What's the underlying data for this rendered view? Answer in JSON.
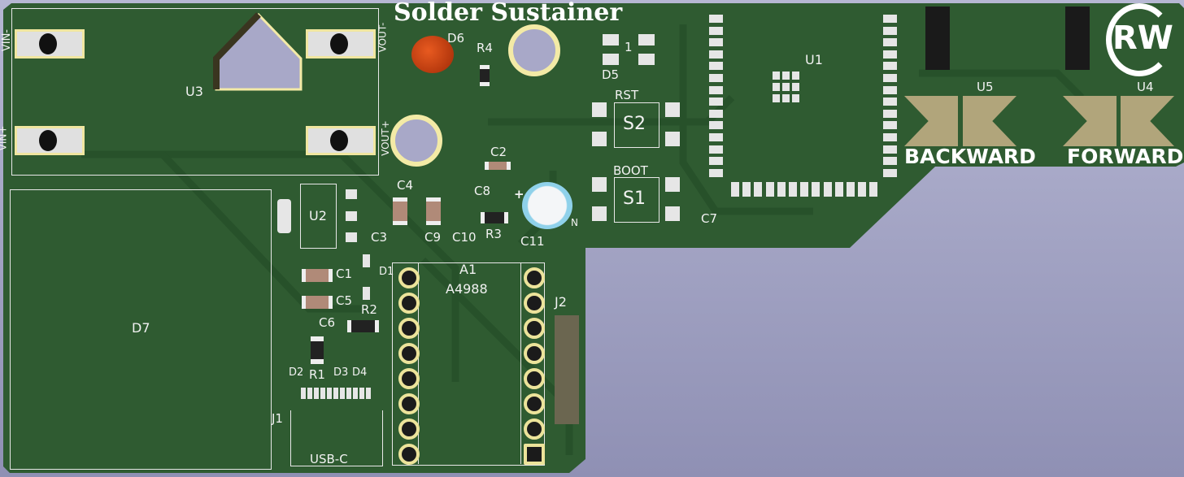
{
  "board_title": "Solder Sustainer",
  "colors": {
    "board": "#2f5b31",
    "background": "#a0a1c4",
    "silkscreen": "#f2f2f2",
    "pad": "#e6e6e6",
    "gold": "#ece39a",
    "led": "#c8400e",
    "electrolytic_cap": "#8fd1ea"
  },
  "labels": {
    "u3": "U3",
    "vin_minus": "VIN-",
    "vin_plus": "VIN+",
    "vout_minus": "VOUT-",
    "vout_plus": "VOUT+",
    "d6": "D6",
    "r4": "R4",
    "d5": "D5",
    "d5_pin": "1",
    "u1": "U1",
    "rst": "RST",
    "s2": "S2",
    "boot": "BOOT",
    "s1": "S1",
    "c7": "C7",
    "c2": "C2",
    "c8": "C8",
    "c4": "C4",
    "c9": "C9",
    "c10": "C10",
    "r3": "R3",
    "c11": "C11",
    "c11_plus": "+",
    "c11_n": "N",
    "u2": "U2",
    "c3": "C3",
    "d7": "D7",
    "c1": "C1",
    "d1": "D1",
    "c5": "C5",
    "c6": "C6",
    "r2": "R2",
    "d2": "D2",
    "r1": "R1",
    "d3": "D3",
    "d4": "D4",
    "j1": "J1",
    "usbc": "USB-C",
    "a1": "A1",
    "a4988": "A4988",
    "j2": "J2",
    "u5": "U5",
    "u4": "U4",
    "backward": "BACKWARD",
    "forward": "FORWARD"
  },
  "logo": "RW"
}
